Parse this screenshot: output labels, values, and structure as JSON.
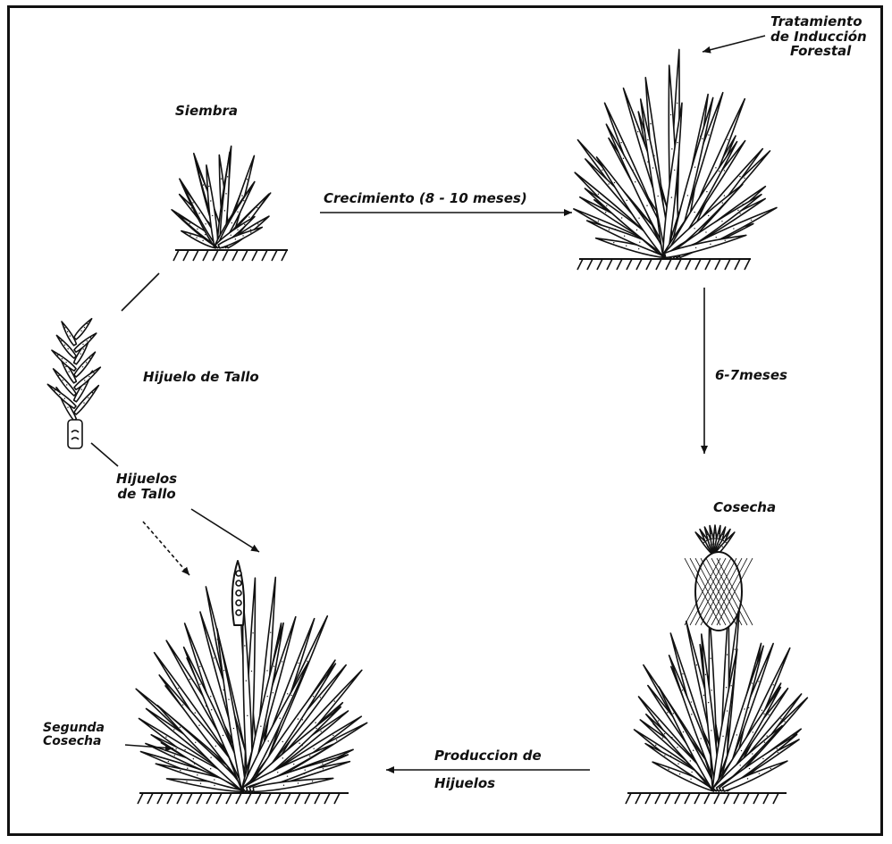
{
  "labels": {
    "siembra": "Siembra",
    "crecimiento": "Crecimiento (8 - 10 meses)",
    "tratamiento": [
      "Tratamiento",
      "de Inducción",
      "Forestal"
    ],
    "hijuelo_de_tallo": "Hijuelo de Tallo",
    "meses": "6-7meses",
    "hijuelos_de_tallo": [
      "Hijuelos",
      "de Tallo"
    ],
    "cosecha": "Cosecha",
    "segunda_cosecha": [
      "Segunda",
      "Cosecha"
    ],
    "produccion": [
      "Produccion de",
      "Hijuelos"
    ]
  },
  "colors": {
    "ink": "#111111",
    "background": "#ffffff"
  },
  "icons": [
    "young-plant-icon",
    "grown-plant-icon",
    "stem-slip-icon",
    "fruiting-plant-icon",
    "ratoon-plant-icon",
    "pineapple-fruit-icon",
    "soil-hatch-icon"
  ]
}
